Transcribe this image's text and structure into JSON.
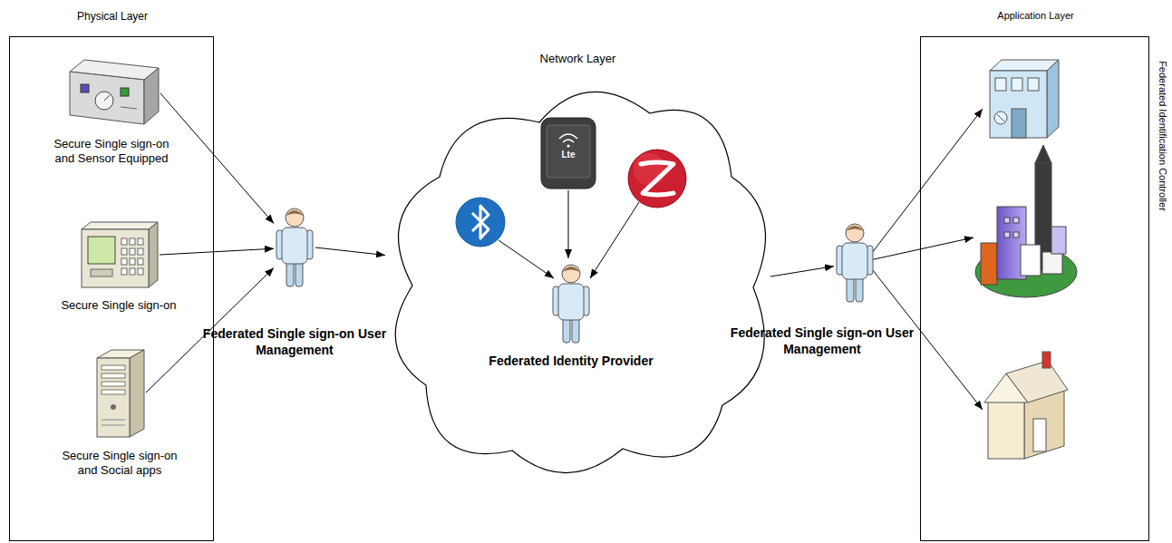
{
  "diagram": {
    "nodes": [
      {
        "text": [
          "Physical Layer"
        ]
      },
      {
        "text": [
          "Secure Single sign-on and Sensor Equipped"
        ],
        "in": 0
      },
      {
        "text": [
          "Secure Single sign-on"
        ],
        "in": 0
      },
      {
        "text": [
          "Secure Single sign-on and Social apps"
        ],
        "in": 0
      },
      {
        "text": [
          "Federated Single sign-on User Management"
        ]
      },
      {
        "text": [
          "Network Layer"
        ]
      },
      {
        "text": [
          "Federated Identity Provider"
        ],
        "in": 5
      },
      {
        "text": [
          "Federated Single sign-on User Management"
        ]
      },
      {
        "text": [
          "Application Layer"
        ]
      }
    ],
    "edges": [
      {
        "from": 1,
        "to": 4,
        "arrow": "to"
      },
      {
        "from": 2,
        "to": 4,
        "arrow": "to"
      },
      {
        "from": 3,
        "to": 4,
        "arrow": "to"
      },
      {
        "from": 4,
        "to": 5,
        "arrow": "to"
      },
      {
        "from": 5,
        "to": 7,
        "arrow": "to"
      }
    ],
    "labels": [
      "Lte",
      "Federated Identification Controller"
    ]
  }
}
